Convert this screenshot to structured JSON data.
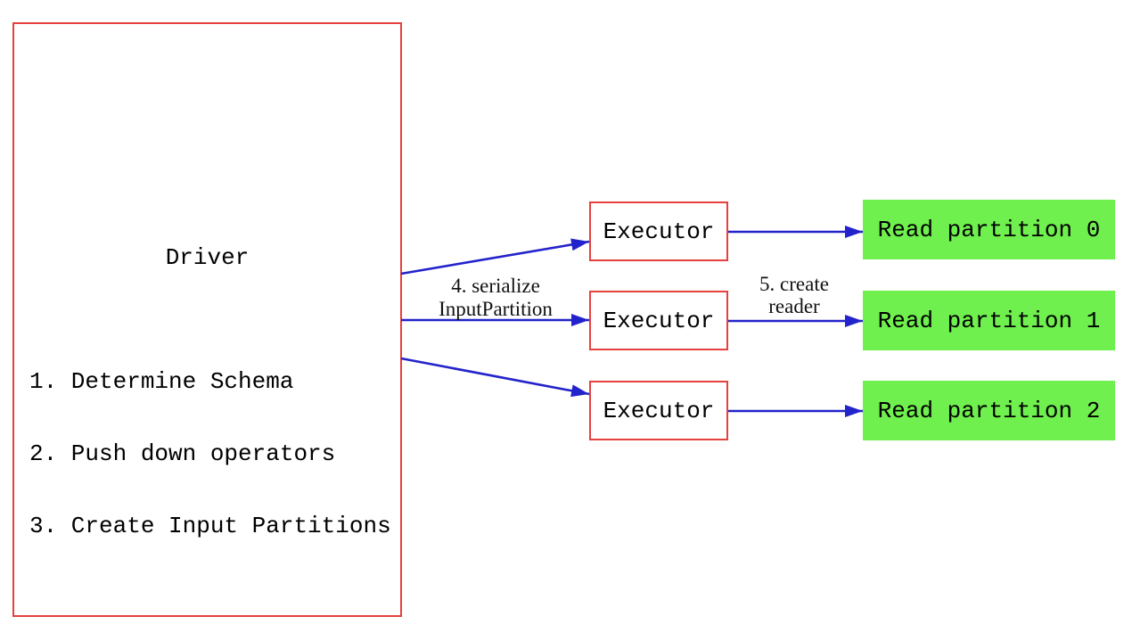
{
  "colors": {
    "box_border": "#e5413d",
    "arrow": "#2323cb",
    "partition_fill": "#70f04e",
    "text": "#000000",
    "background": "#ffffff"
  },
  "driver": {
    "title": "Driver",
    "steps": [
      "1. Determine Schema",
      "2. Push down operators",
      "3. Create Input Partitions"
    ]
  },
  "executors": [
    "Executor",
    "Executor",
    "Executor"
  ],
  "partitions": [
    "Read partition 0",
    "Read partition 1",
    "Read partition 2"
  ],
  "edge_labels": {
    "serialize": [
      "4. serialize",
      "InputPartition"
    ],
    "create_reader": [
      "5. create",
      "reader"
    ]
  }
}
